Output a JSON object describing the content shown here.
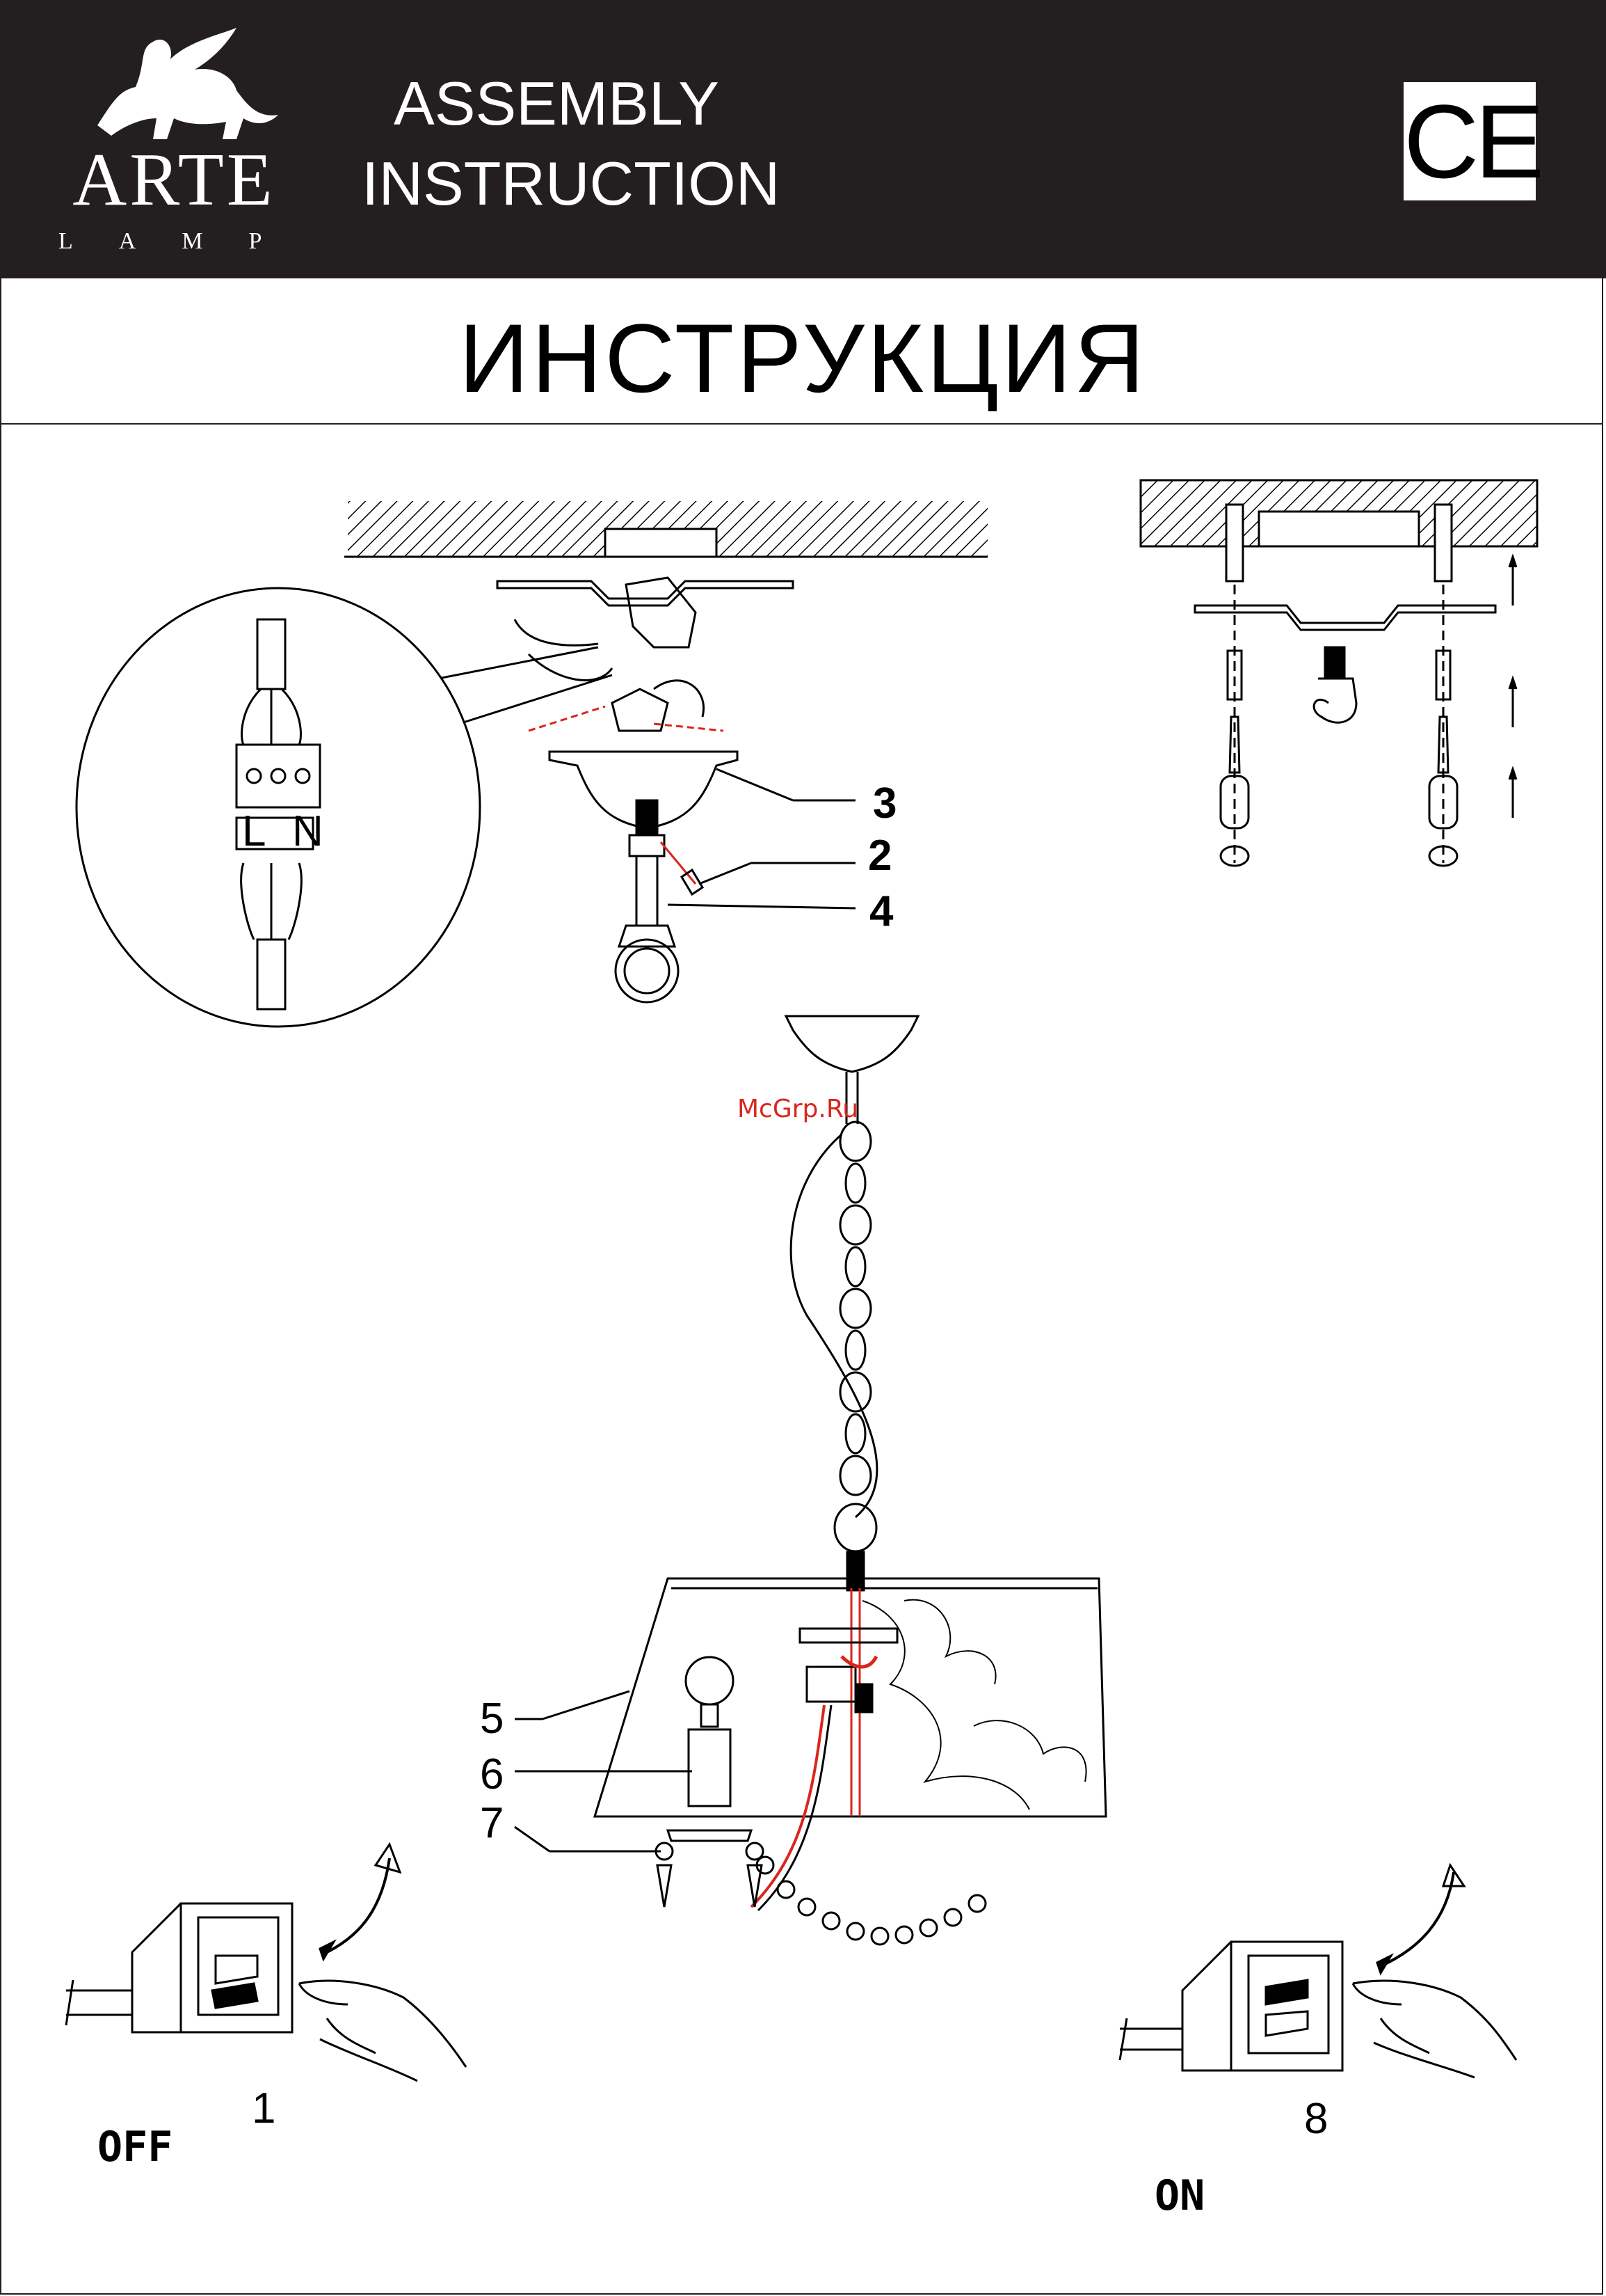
{
  "header": {
    "brand": "ARTE",
    "brand_sub": "LAMP",
    "title_line1": "ASSEMBLY",
    "title_line2": "INSTRUCTION",
    "cert_mark": "CE",
    "logo_icon": "griffin-icon"
  },
  "subtitle": "ИНСТРУКЦИЯ",
  "connector_labels": [
    "L",
    "N"
  ],
  "callouts": [
    "3",
    "2",
    "4",
    "5",
    "6",
    "7"
  ],
  "steps": {
    "first": {
      "number": "1",
      "state": "OFF"
    },
    "last": {
      "number": "8",
      "state": "ON"
    }
  },
  "watermark": "McGrp.Ru",
  "colors": {
    "header_bg": "#231f20",
    "accent_red": "#d9261c"
  }
}
